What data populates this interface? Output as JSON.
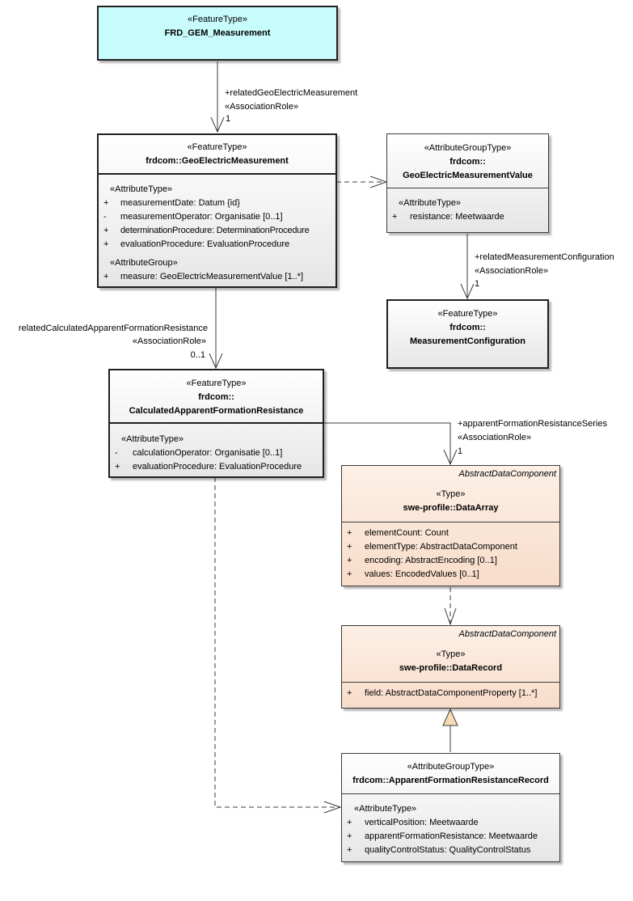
{
  "frd_gem_measurement": {
    "stereotype": "«FeatureType»",
    "name": "FRD_GEM_Measurement"
  },
  "geo_electric_measurement": {
    "stereotype": "«FeatureType»",
    "name": "frdcom::GeoElectricMeasurement",
    "group1": "«AttributeType»",
    "attrs1": [
      {
        "vis": "+",
        "text": "measurementDate: Datum {id}"
      },
      {
        "vis": "-",
        "text": "measurementOperator: Organisatie [0..1]"
      },
      {
        "vis": "+",
        "text": "determinationProcedure: DeterminationProcedure"
      },
      {
        "vis": "+",
        "text": "evaluationProcedure: EvaluationProcedure"
      }
    ],
    "group2": "«AttributeGroup»",
    "attrs2": [
      {
        "vis": "+",
        "text": "measure: GeoElectricMeasurementValue [1..*]"
      }
    ]
  },
  "geo_electric_measurement_value": {
    "stereotype": "«AttributeGroupType»",
    "name_line1": "frdcom::",
    "name_line2": "GeoElectricMeasurementValue",
    "group1": "«AttributeType»",
    "attrs1": [
      {
        "vis": "+",
        "text": "resistance: Meetwaarde"
      }
    ]
  },
  "measurement_configuration": {
    "stereotype": "«FeatureType»",
    "name_line1": "frdcom::",
    "name_line2": "MeasurementConfiguration"
  },
  "calculated_resistance": {
    "stereotype": "«FeatureType»",
    "name_line1": "frdcom::",
    "name_line2": "CalculatedApparentFormationResistance",
    "group1": "«AttributeType»",
    "attrs1": [
      {
        "vis": "-",
        "text": "calculationOperator: Organisatie [0..1]"
      },
      {
        "vis": "+",
        "text": "evaluationProcedure: EvaluationProcedure"
      }
    ]
  },
  "data_array": {
    "abstract_parent": "AbstractDataComponent",
    "stereotype": "«Type»",
    "name": "swe-profile::DataArray",
    "attrs1": [
      {
        "vis": "+",
        "text": "elementCount: Count"
      },
      {
        "vis": "+",
        "text": "elementType: AbstractDataComponent"
      },
      {
        "vis": "+",
        "text": "encoding: AbstractEncoding [0..1]"
      },
      {
        "vis": "+",
        "text": "values: EncodedValues [0..1]"
      }
    ]
  },
  "data_record": {
    "abstract_parent": "AbstractDataComponent",
    "stereotype": "«Type»",
    "name": "swe-profile::DataRecord",
    "attrs1": [
      {
        "vis": "+",
        "text": "field: AbstractDataComponentProperty [1..*]"
      }
    ]
  },
  "resistance_record": {
    "stereotype": "«AttributeGroupType»",
    "name": "frdcom::ApparentFormationResistanceRecord",
    "group1": "«AttributeType»",
    "attrs1": [
      {
        "vis": "+",
        "text": "verticalPosition: Meetwaarde"
      },
      {
        "vis": "+",
        "text": "apparentFormationResistance: Meetwaarde"
      },
      {
        "vis": "+",
        "text": "qualityControlStatus: QualityControlStatus"
      }
    ]
  },
  "associations": {
    "a1": {
      "role": "+relatedGeoElectricMeasurement",
      "stereotype": "«AssociationRole»",
      "multiplicity": "1"
    },
    "a2": {
      "role": "+relatedMeasurementConfiguration",
      "stereotype": "«AssociationRole»",
      "multiplicity": "1"
    },
    "a3": {
      "role": "relatedCalculatedApparentFormationResistance",
      "stereotype": "«AssociationRole»",
      "multiplicity": "0..1"
    },
    "a4": {
      "role": "+apparentFormationResistanceSeries",
      "stereotype": "«AssociationRole»",
      "multiplicity": "1"
    }
  },
  "colors": {
    "feature": "#c8fbfb",
    "type": "#f8dcc9",
    "generalization_fill": "#f7dcb4",
    "line": "#3c3c3c"
  }
}
